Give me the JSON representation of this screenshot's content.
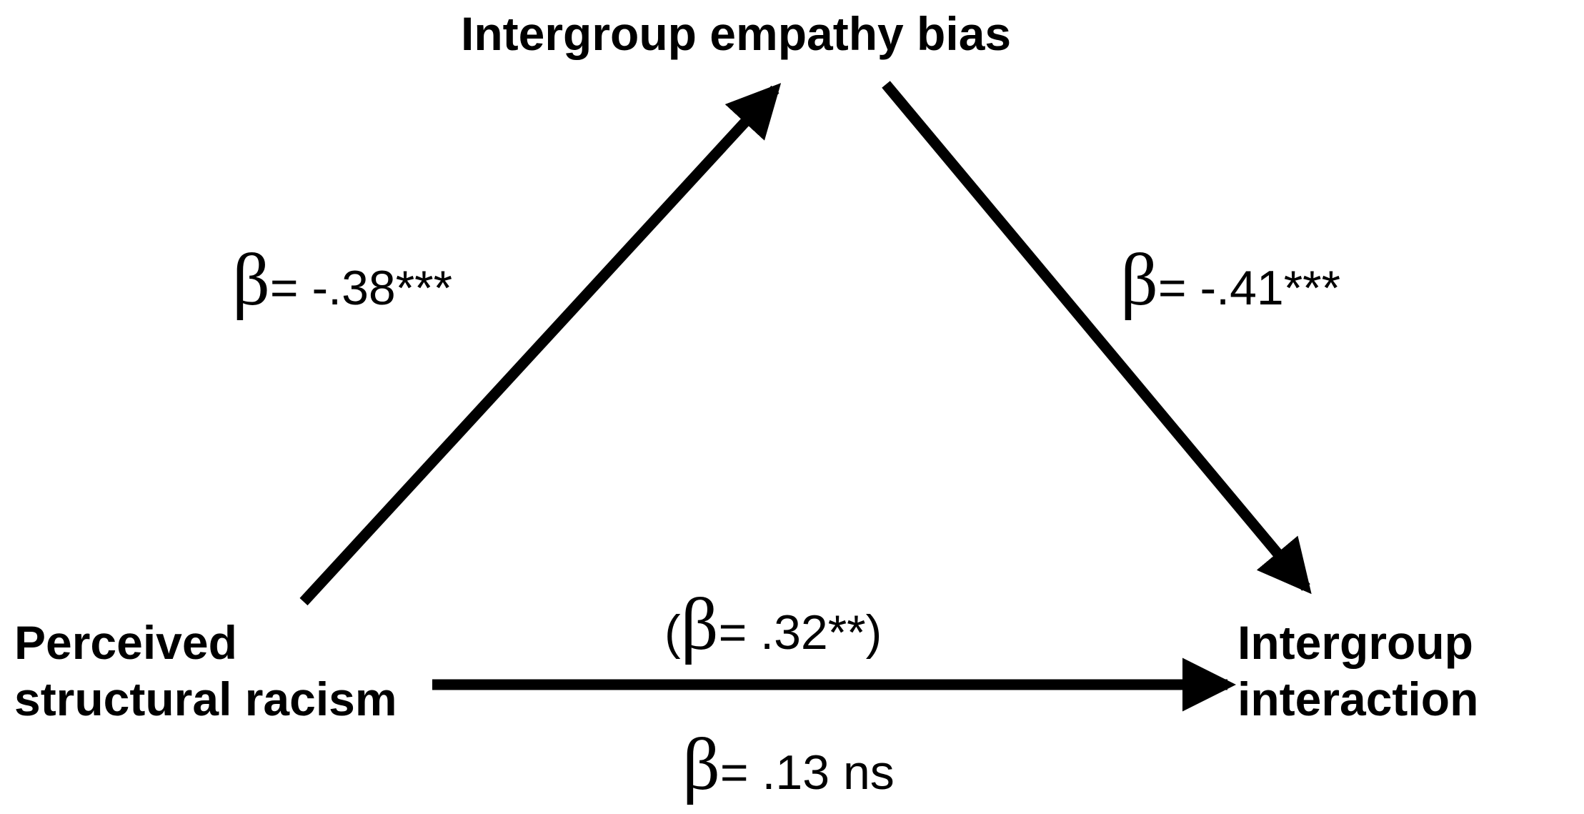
{
  "nodes": {
    "mediator": {
      "lines": [
        "Intergroup empathy bias"
      ]
    },
    "predictor": {
      "lines": [
        "Perceived",
        "structural racism"
      ]
    },
    "outcome": {
      "lines": [
        "Intergroup",
        "interaction"
      ]
    }
  },
  "paths": {
    "a": {
      "symbol": "β",
      "text": " = -.38***"
    },
    "b": {
      "symbol": "β",
      "text": "= -.41***"
    },
    "c_total": {
      "open": "(",
      "symbol": "β",
      "text": " = .32**",
      "close": ")"
    },
    "c_direct": {
      "symbol": "β",
      "text": " = .13 ns"
    }
  },
  "colors": {
    "arrow": "#000000",
    "text": "#000000",
    "background": "#ffffff"
  }
}
